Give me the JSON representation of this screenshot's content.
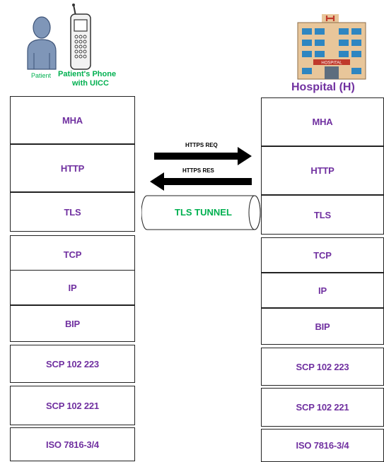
{
  "left": {
    "patient_label": "Patient",
    "phone_label_line1": "Patient's Phone",
    "phone_label_line2": "with UICC",
    "layers": [
      "MHA",
      "HTTP",
      "TLS",
      "TCP",
      "IP",
      "BIP",
      "SCP 102 223",
      "SCP 102 221",
      "ISO 7816-3/4"
    ]
  },
  "right": {
    "title": "Hospital (H)",
    "hospital_sign": "HOSPITAL",
    "layers": [
      "MHA",
      "HTTP",
      "TLS",
      "TCP",
      "IP",
      "BIP",
      "SCP 102 223",
      "SCP 102 221",
      "ISO 7816-3/4"
    ]
  },
  "middle": {
    "req_label": "HTTPS REQ",
    "res_label": "HTTPS RES",
    "tunnel_label": "TLS TUNNEL"
  },
  "colors": {
    "layer_text": "#7030A0",
    "green_text": "#00B050",
    "title_purple": "#7030A0"
  }
}
